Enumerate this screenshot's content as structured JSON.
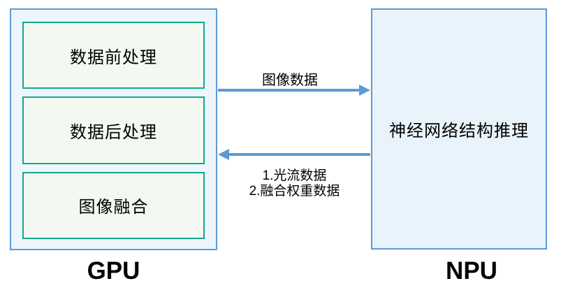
{
  "colors": {
    "accent-blue": "#5B9BD5",
    "accent-teal": "#10A88E",
    "gpu-fill": "#EDF6FC",
    "npu-fill": "#E9F3FB",
    "block-fill": "#F3F9F0",
    "text": "#000000"
  },
  "gpu": {
    "label": "GPU",
    "blocks": [
      {
        "label": "数据前处理"
      },
      {
        "label": "数据后处理"
      },
      {
        "label": "图像融合"
      }
    ]
  },
  "npu": {
    "label": "NPU",
    "content": "神经网络结构推理"
  },
  "flows": {
    "gpu_to_npu": {
      "label": "图像数据"
    },
    "npu_to_gpu": {
      "line1": "1.光流数据",
      "line2": "2.融合权重数据"
    }
  }
}
